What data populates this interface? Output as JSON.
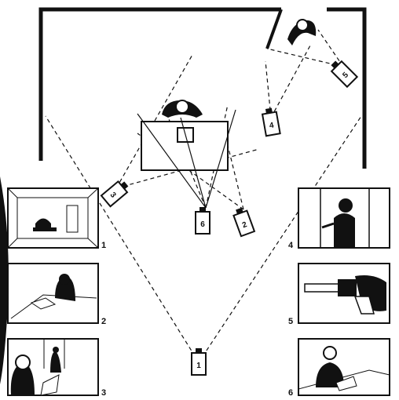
{
  "panels": {
    "left": [
      {
        "label": "1"
      },
      {
        "label": "2"
      },
      {
        "label": "3"
      }
    ],
    "right": [
      {
        "label": "4"
      },
      {
        "label": "5"
      },
      {
        "label": "6"
      }
    ]
  },
  "cameras": [
    {
      "label": "1"
    },
    {
      "label": "2"
    },
    {
      "label": "3"
    },
    {
      "label": "4"
    },
    {
      "label": "5"
    },
    {
      "label": "6"
    }
  ],
  "colors": {
    "ink": "#111111",
    "paper": "#ffffff"
  }
}
